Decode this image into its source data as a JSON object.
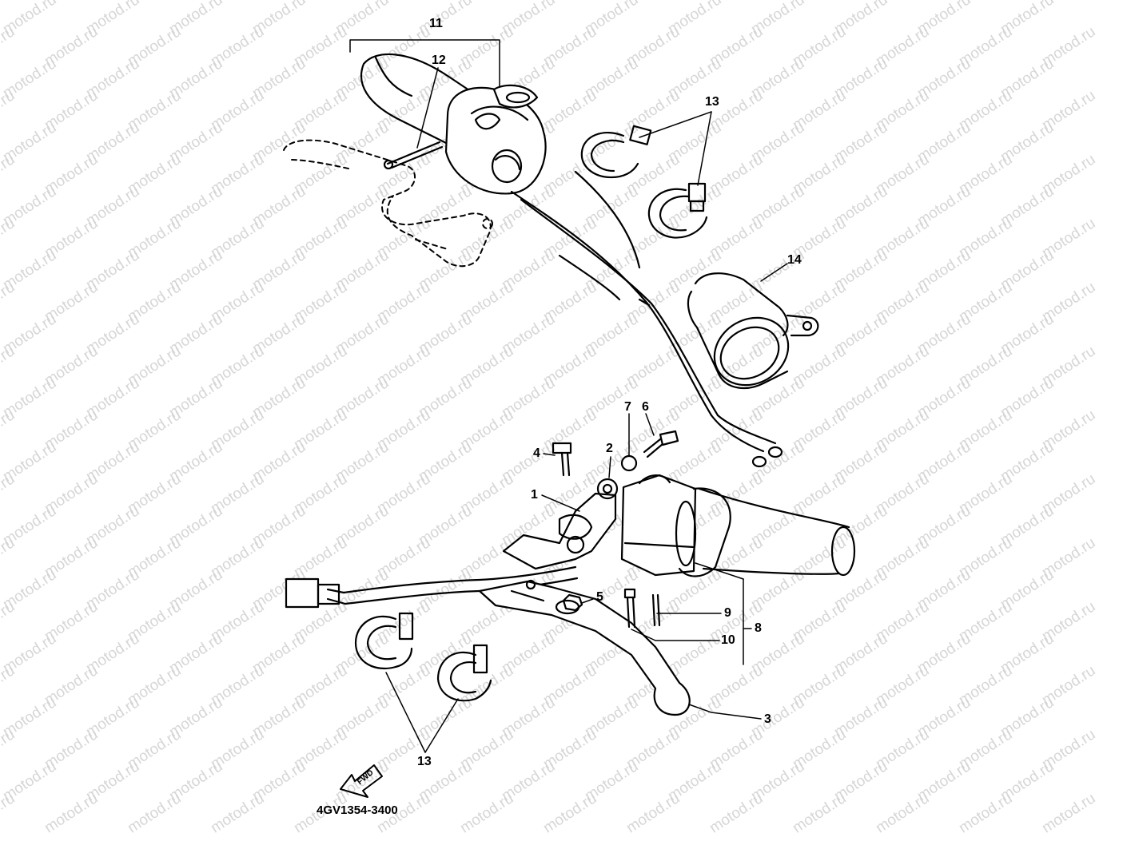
{
  "watermark": "motod.ru",
  "callouts": {
    "c1": "1",
    "c2": "2",
    "c3": "3",
    "c4": "4",
    "c5": "5",
    "c6": "6",
    "c7": "7",
    "c8": "8",
    "c9": "9",
    "c10": "10",
    "c11": "11",
    "c12": "12",
    "c13_top": "13",
    "c13_bottom": "13",
    "c14": "14"
  },
  "direction_arrow": "FWD",
  "part_code": "4GV1354-3400",
  "colors": {
    "line": "#000000",
    "watermark": "#d6d6d6",
    "background": "#ffffff"
  }
}
